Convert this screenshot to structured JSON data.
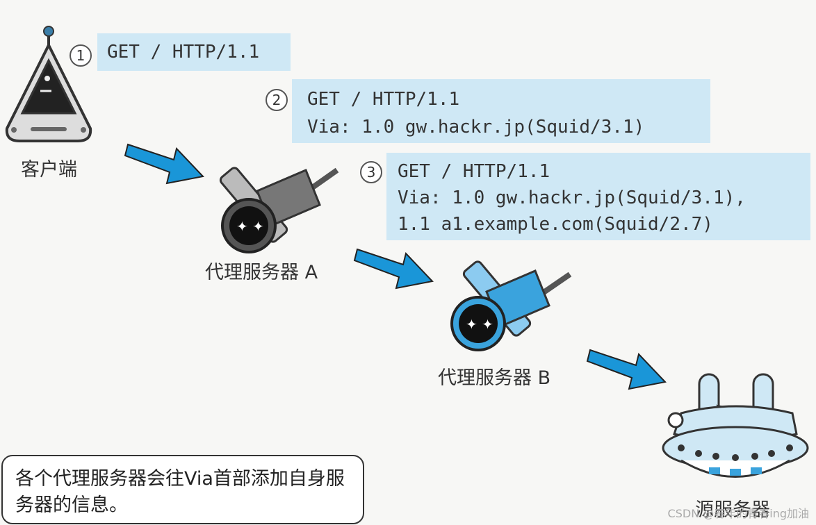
{
  "requests": [
    {
      "number": "1",
      "lines": [
        "GET / HTTP/1.1"
      ]
    },
    {
      "number": "2",
      "lines": [
        "GET / HTTP/1.1",
        "Via: 1.0 gw.hackr.jp(Squid/3.1)"
      ]
    },
    {
      "number": "3",
      "lines": [
        "GET / HTTP/1.1",
        "Via: 1.0 gw.hackr.jp(Squid/3.1),",
        "1.1 a1.example.com(Squid/2.7)"
      ]
    }
  ],
  "nodes": {
    "client": "客户端",
    "proxy_a": "代理服务器 A",
    "proxy_b": "代理服务器 B",
    "origin": "源服务器"
  },
  "note": "各个代理服务器会往Via首部添加自身服务器的信息。",
  "watermark": "CSDN @春年的青春ing加油",
  "colors": {
    "box": "#cfe8f5",
    "arrow": "#1a96d8",
    "accent": "#3aa3dd"
  }
}
